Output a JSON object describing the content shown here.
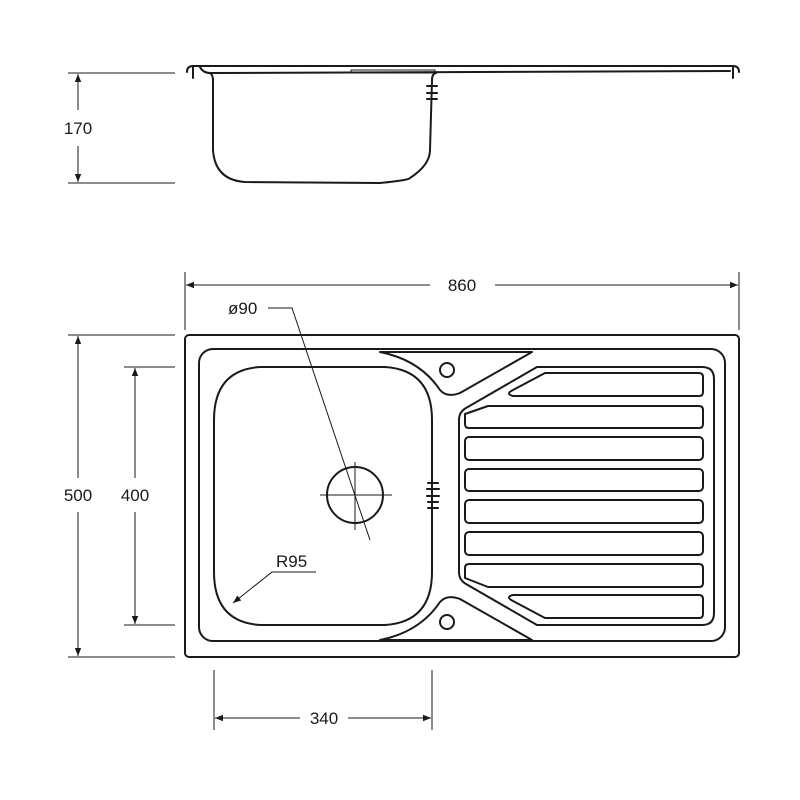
{
  "dimensions": {
    "depth": "170",
    "overall_width": "860",
    "overall_length": "500",
    "bowl_length": "400",
    "bowl_width": "340",
    "waste_diameter": "ø90",
    "corner_radius": "R95"
  },
  "colors": {
    "line": "#1a1a1a",
    "background": "#ffffff"
  }
}
